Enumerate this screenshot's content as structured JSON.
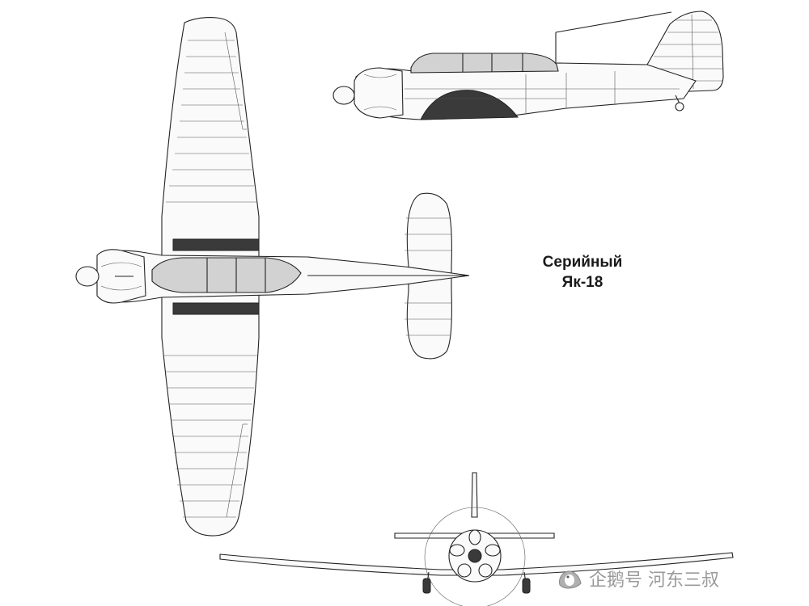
{
  "title": {
    "line1": "Серийный",
    "line2": "Як-18"
  },
  "watermark": {
    "text": "企鹅号 河东三叔",
    "logo_icon": "penguin-logo-icon"
  },
  "drawing": {
    "views": [
      "side-view",
      "top-view",
      "front-view"
    ],
    "line_color": "#222222",
    "glazing_fill": "#d2d2d2",
    "dark_fill": "#3a3a3a"
  }
}
